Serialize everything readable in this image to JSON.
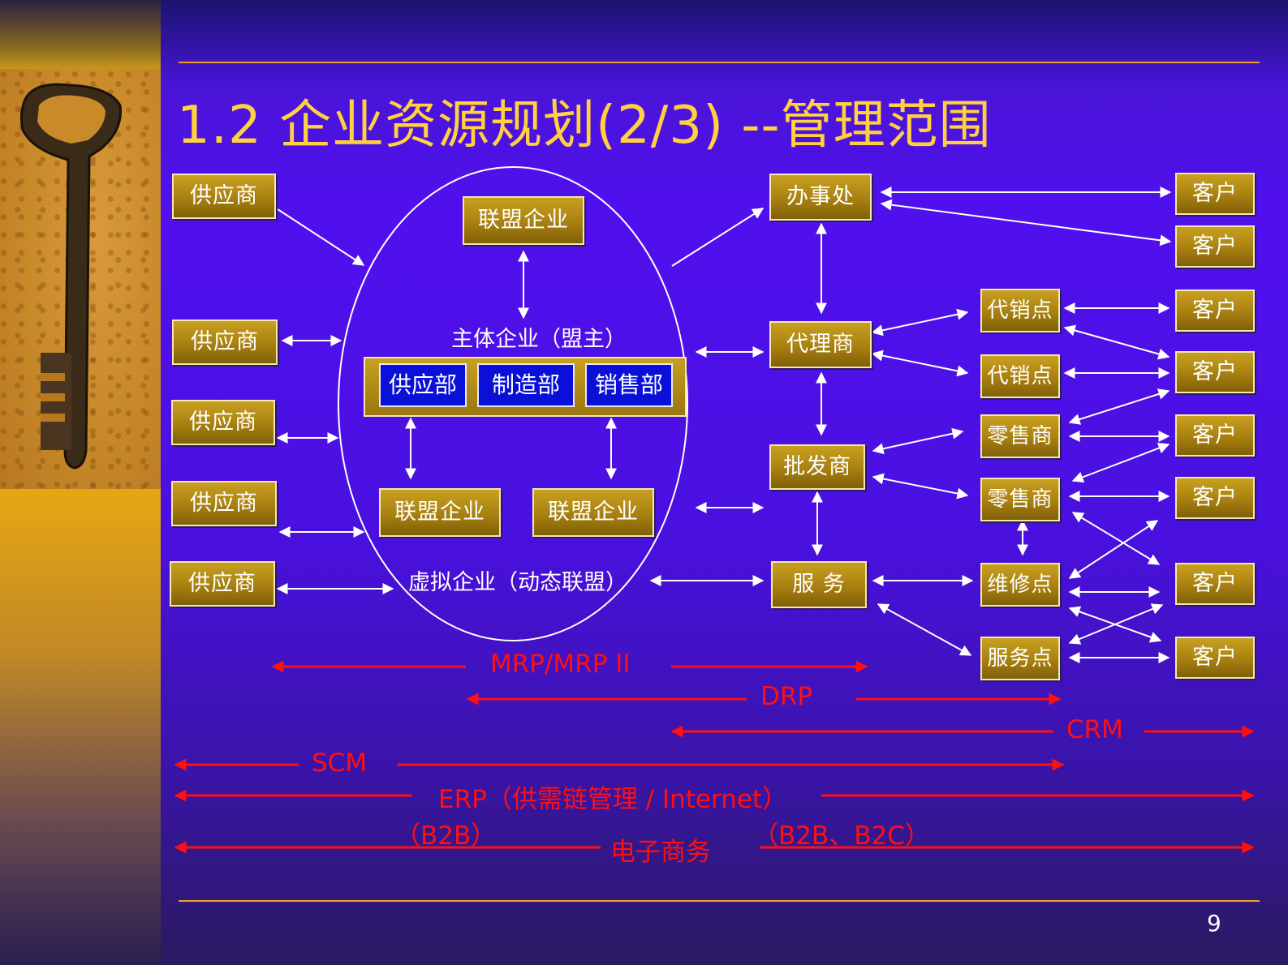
{
  "slide": {
    "title": "1.2  企业资源规划(2/3)  --管理范围",
    "page_number": "9"
  },
  "suppliers": [
    "供应商",
    "供应商",
    "供应商",
    "供应商",
    "供应商"
  ],
  "core": {
    "alliance_top": "联盟企业",
    "main_enterprise_label": "主体企业（盟主）",
    "departments": [
      "供应部",
      "制造部",
      "销售部"
    ],
    "alliance_left": "联盟企业",
    "alliance_right": "联盟企业",
    "virtual_label": "虚拟企业（动态联盟）"
  },
  "channels": {
    "office": "办事处",
    "agent": "代理商",
    "wholesaler": "批发商",
    "service": "服  务"
  },
  "outlets": [
    "代销点",
    "代销点",
    "零售商",
    "零售商",
    "维修点",
    "服务点"
  ],
  "customers": [
    "客户",
    "客户",
    "客户",
    "客户",
    "客户",
    "客户",
    "客户",
    "客户"
  ],
  "scope_bands": {
    "mrp": "MRP/MRP II",
    "drp": "DRP",
    "crm": "CRM",
    "scm": "SCM",
    "erp": "ERP（供需链管理 / Internet）",
    "b2b": "（B2B）",
    "b2b_b2c": "（B2B、B2C）",
    "ecommerce": "电子商务"
  },
  "colors": {
    "background": "#4a10e0",
    "accent_gold": "#f0a020",
    "title": "#ffd040",
    "box_gold": "#b08a14",
    "department_blue": "#0a10d8",
    "scope_red": "#ff1010"
  },
  "icons": [
    "key-photo",
    "arrow-double",
    "arrow-single"
  ]
}
